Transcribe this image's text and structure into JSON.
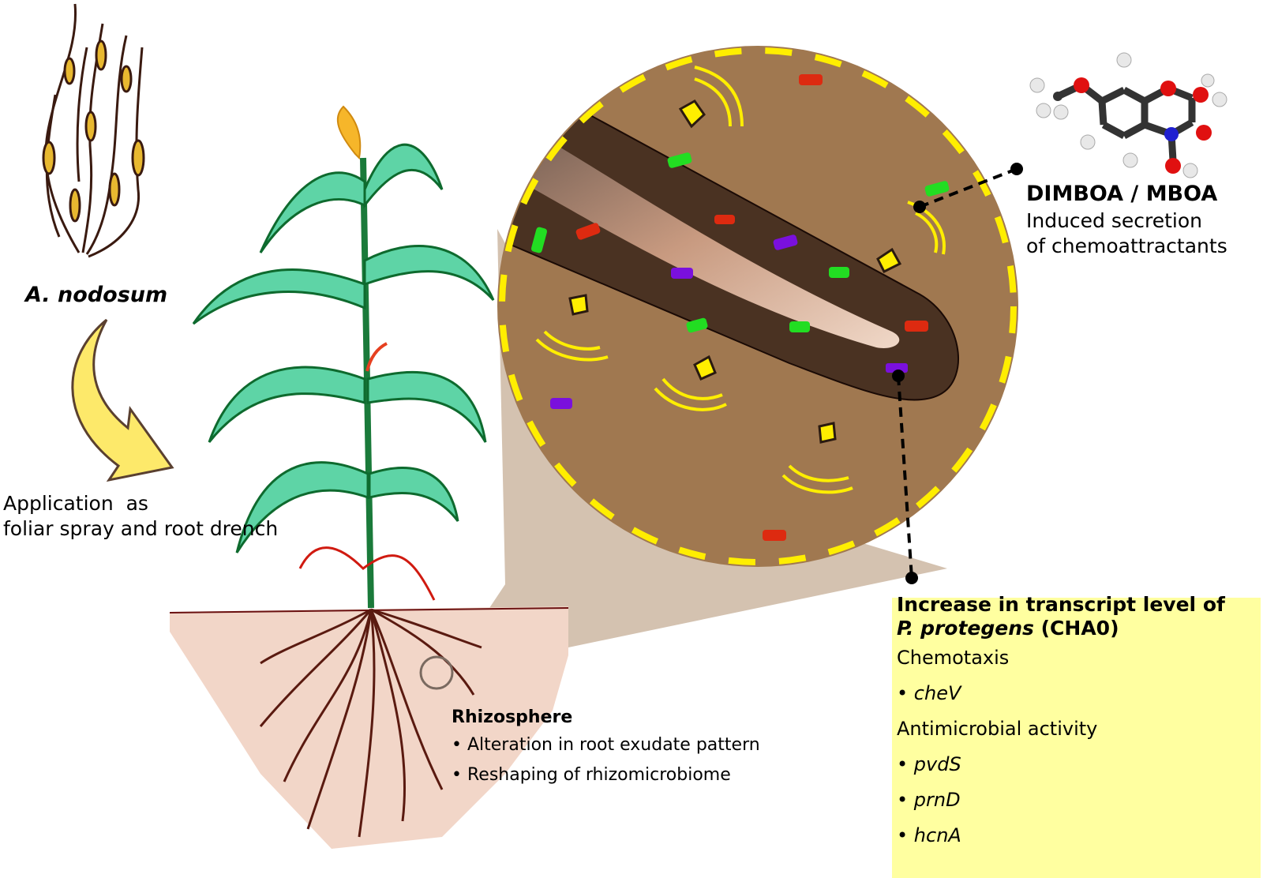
{
  "seaweed": {
    "label": "A. nodosum",
    "icon": "seaweed-illustration"
  },
  "application": {
    "text": "Application  as\nfoliar spray and root drench",
    "arrow_color": "#fde96a"
  },
  "plant": {
    "icon": "maize-plant-illustration"
  },
  "zoom_circle": {
    "fill_color": "#a07850",
    "border_color": "#ffee00",
    "rhizosphere_band_color": "#4a3222",
    "bacteria_colors": [
      "#22dd22",
      "#dd2a10",
      "#7a10dd"
    ],
    "signal_color": "#ffee00"
  },
  "molecule": {
    "icon": "dimboa-molecule-model",
    "title": "DIMBOA / MBOA",
    "lines": [
      "Induced secretion",
      "of chemoattractants"
    ]
  },
  "rhizosphere": {
    "title": "Rhizosphere",
    "items": [
      "Alteration in root exudate pattern",
      "Reshaping of rhizomicrobiome"
    ]
  },
  "transcript": {
    "title_line1": "Increase in transcript level of",
    "title_species": "P. protegens",
    "title_strain": " (CHA0)",
    "sections": [
      {
        "heading": "Chemotaxis",
        "genes": [
          "cheV"
        ]
      },
      {
        "heading": "Antimicrobial activity",
        "genes": [
          "pvdS",
          "prnD",
          "hcnA"
        ]
      }
    ],
    "background_color": "#ffffa0"
  }
}
